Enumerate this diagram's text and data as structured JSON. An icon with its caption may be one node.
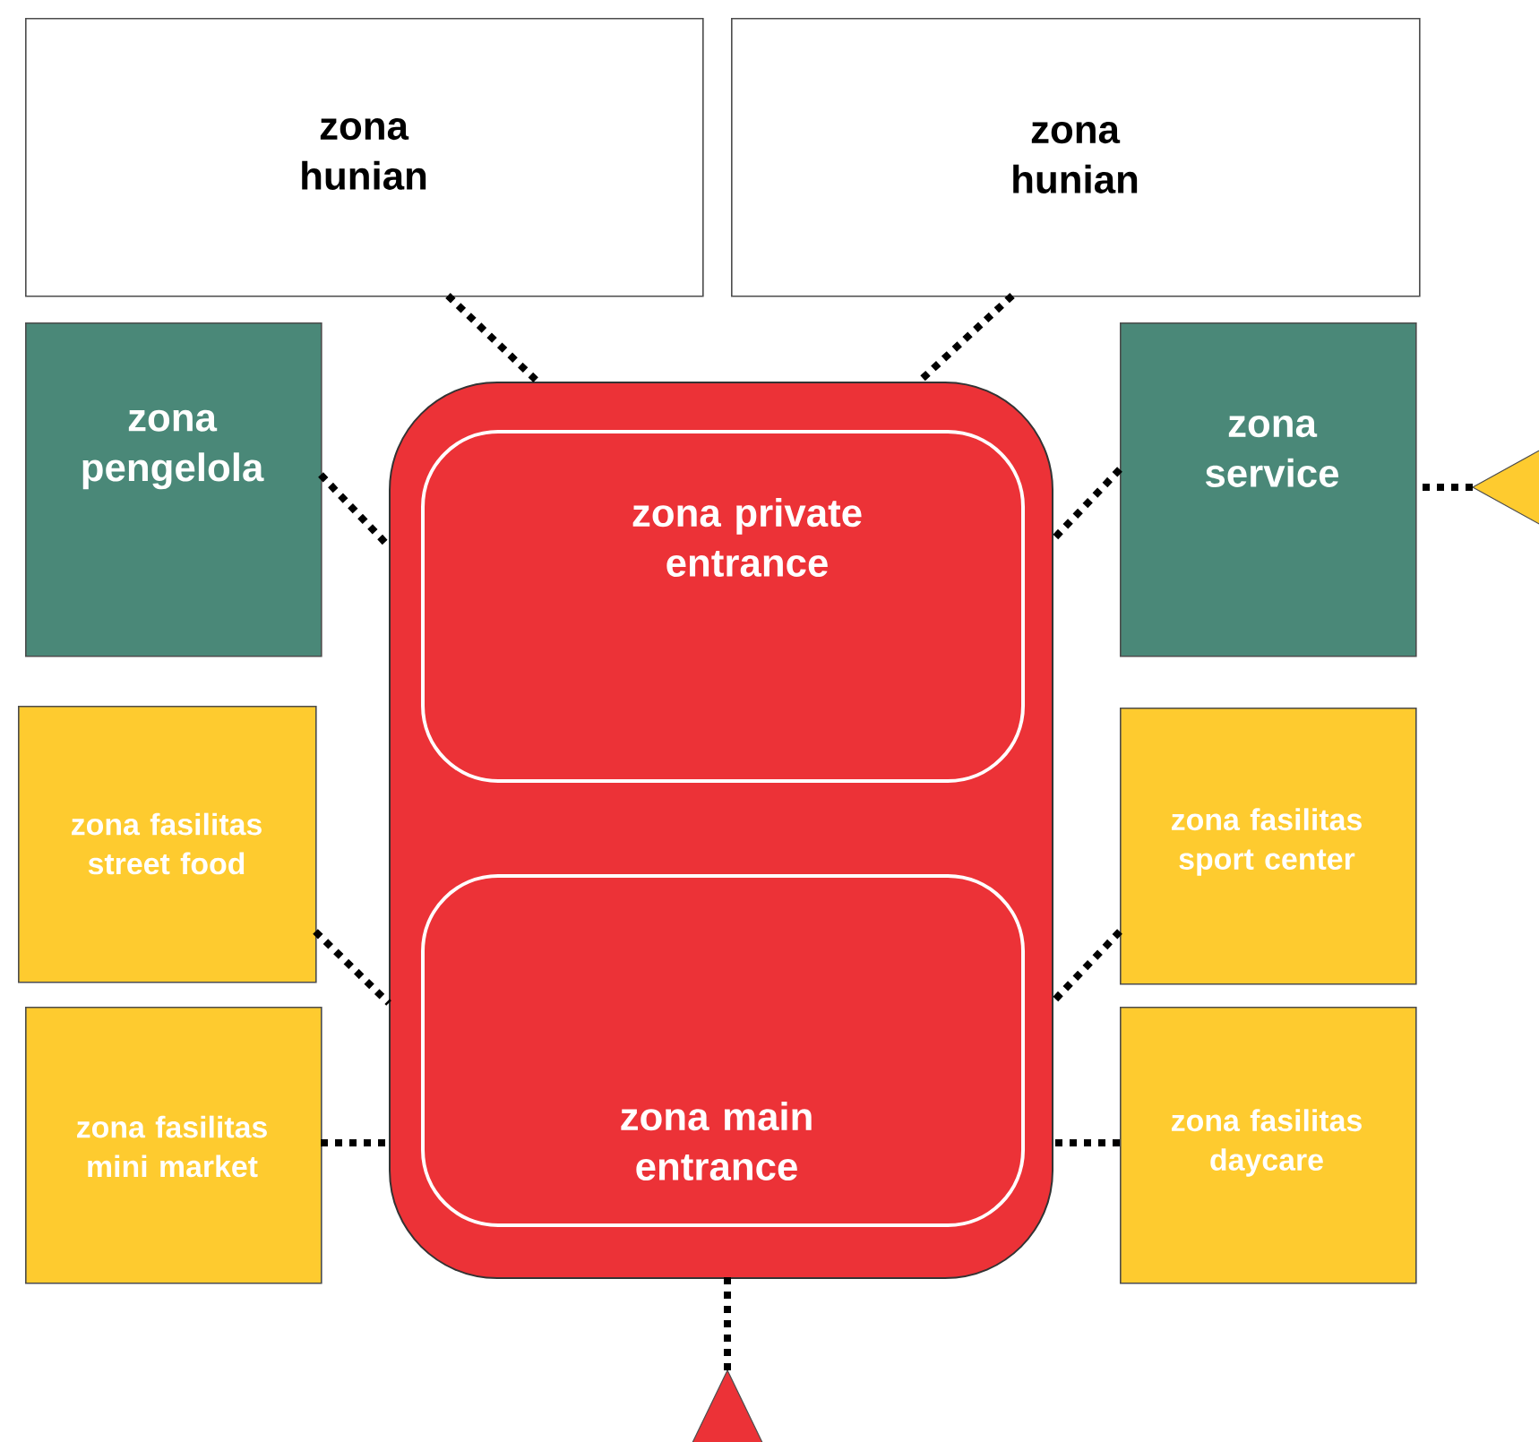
{
  "diagram": {
    "nodes": [
      {
        "text": [
          "zona hunian"
        ]
      },
      {
        "text": [
          "zona hunian"
        ]
      },
      {
        "text": [
          "zona pengelola"
        ]
      },
      {
        "text": [],
        "shape": "box"
      },
      {
        "text": [
          "zona private entrance"
        ],
        "in": 3
      },
      {
        "text": [
          "zona service"
        ]
      },
      {
        "text": [],
        "shape": "triangle"
      },
      {
        "text": [
          "zona fasilitas street food"
        ]
      },
      {
        "text": [
          "zona fasilitas sport center"
        ]
      },
      {
        "text": [
          "zona fasilitas mini market"
        ]
      },
      {
        "text": [
          "zona main entrance"
        ],
        "in": 3
      },
      {
        "text": [
          "zona fasilitas daycare"
        ]
      },
      {
        "text": [],
        "shape": "triangle"
      }
    ],
    "edges": [
      {
        "from": 0,
        "to": 3,
        "arrow": "none"
      },
      {
        "from": 1,
        "to": 3,
        "arrow": "none"
      },
      {
        "from": 2,
        "to": 3,
        "arrow": "none"
      },
      {
        "from": 5,
        "to": 3,
        "arrow": "none"
      },
      {
        "from": 6,
        "to": 5,
        "arrow": "none"
      },
      {
        "from": 7,
        "to": 3,
        "arrow": "none"
      },
      {
        "from": 8,
        "to": 3,
        "arrow": "none"
      },
      {
        "from": 9,
        "to": 3,
        "arrow": "none"
      },
      {
        "from": 11,
        "to": 3,
        "arrow": "none"
      },
      {
        "from": 12,
        "to": 3,
        "arrow": "none"
      }
    ]
  }
}
